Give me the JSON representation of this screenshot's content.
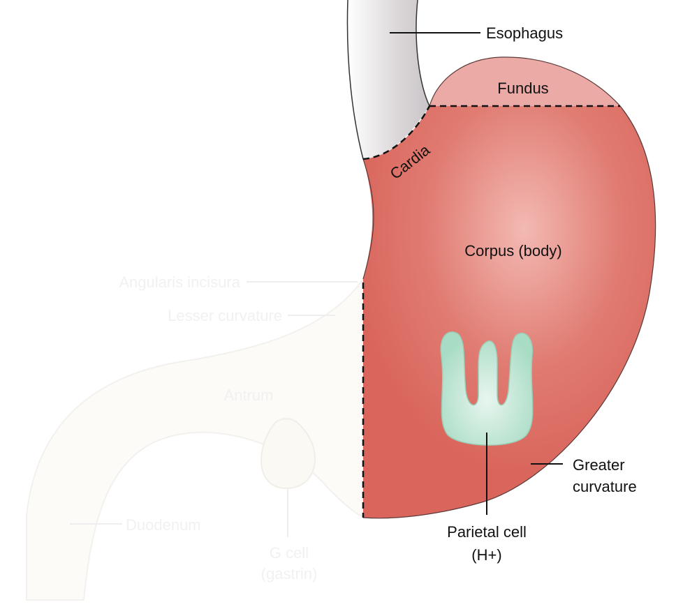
{
  "labels": {
    "esophagus": "Esophagus",
    "fundus": "Fundus",
    "cardia": "Cardia",
    "corpus": "Corpus (body)",
    "angularis": "Angularis incisura",
    "lesser_curvature": "Lesser curvature",
    "antrum": "Antrum",
    "duodenum": "Duodenum",
    "g_cell_line1": "G cell",
    "g_cell_line2": "(gastrin)",
    "greater_line1": "Greater",
    "greater_line2": "curvature",
    "parietal_line1": "Parietal cell",
    "parietal_line2": "(H+)"
  },
  "colors": {
    "stomach": "#d9655c",
    "stomach_light": "#eea7a2",
    "fundus": "#ecaaa6",
    "esophagus": "#d6d2d4",
    "cell": "#b8e2cf",
    "line": "#111111",
    "faint": "#f1f1f1"
  }
}
